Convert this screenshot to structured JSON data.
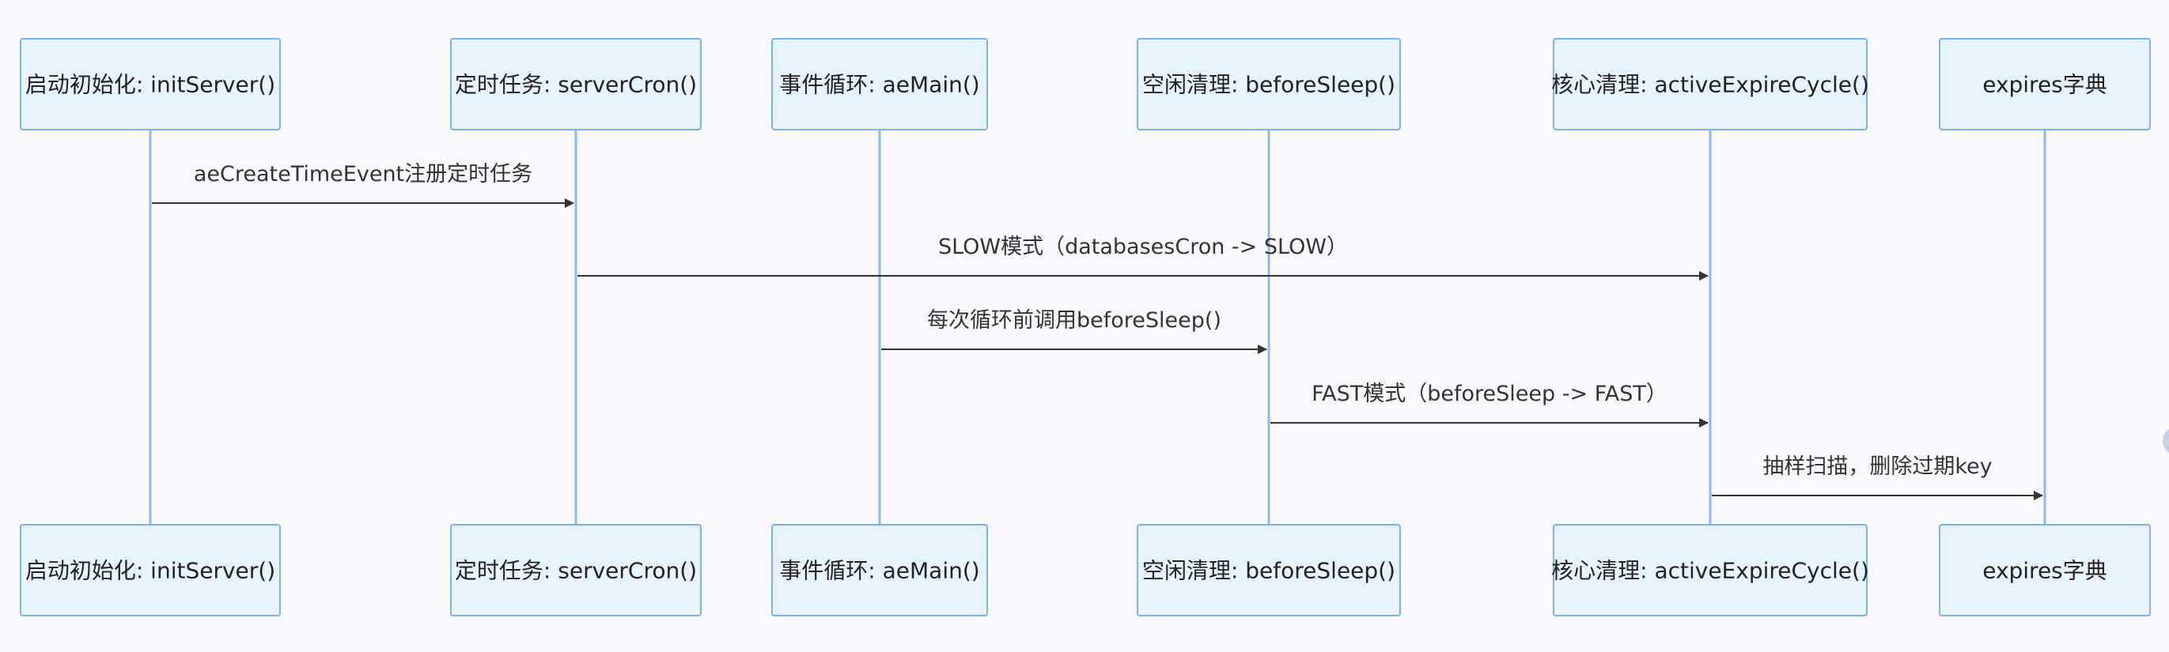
{
  "diagram": {
    "type": "sequence",
    "colors": {
      "background": "#f8f9fc",
      "actor_fill": "#e8f4fd",
      "actor_border": "#7fb1e6",
      "lifeline": "#8cb8ea",
      "message": "#333333",
      "text": "#222222"
    },
    "actors": [
      {
        "id": "init",
        "label": "启动初始化: initServer()"
      },
      {
        "id": "cron",
        "label": "定时任务: serverCron()"
      },
      {
        "id": "loop",
        "label": "事件循环: aeMain()"
      },
      {
        "id": "sleep",
        "label": "空闲清理: beforeSleep()"
      },
      {
        "id": "core",
        "label": "核心清理: activeExpireCycle()"
      },
      {
        "id": "dict",
        "label": "expires字典"
      }
    ],
    "messages": [
      {
        "from": "init",
        "to": "cron",
        "label": "aeCreateTimeEvent注册定时任务"
      },
      {
        "from": "cron",
        "to": "core",
        "label": "SLOW模式（databasesCron -> SLOW）"
      },
      {
        "from": "loop",
        "to": "sleep",
        "label": "每次循环前调用beforeSleep()"
      },
      {
        "from": "sleep",
        "to": "core",
        "label": "FAST模式（beforeSleep -> FAST）"
      },
      {
        "from": "core",
        "to": "dict",
        "label": "抽样扫描，删除过期key"
      }
    ]
  }
}
